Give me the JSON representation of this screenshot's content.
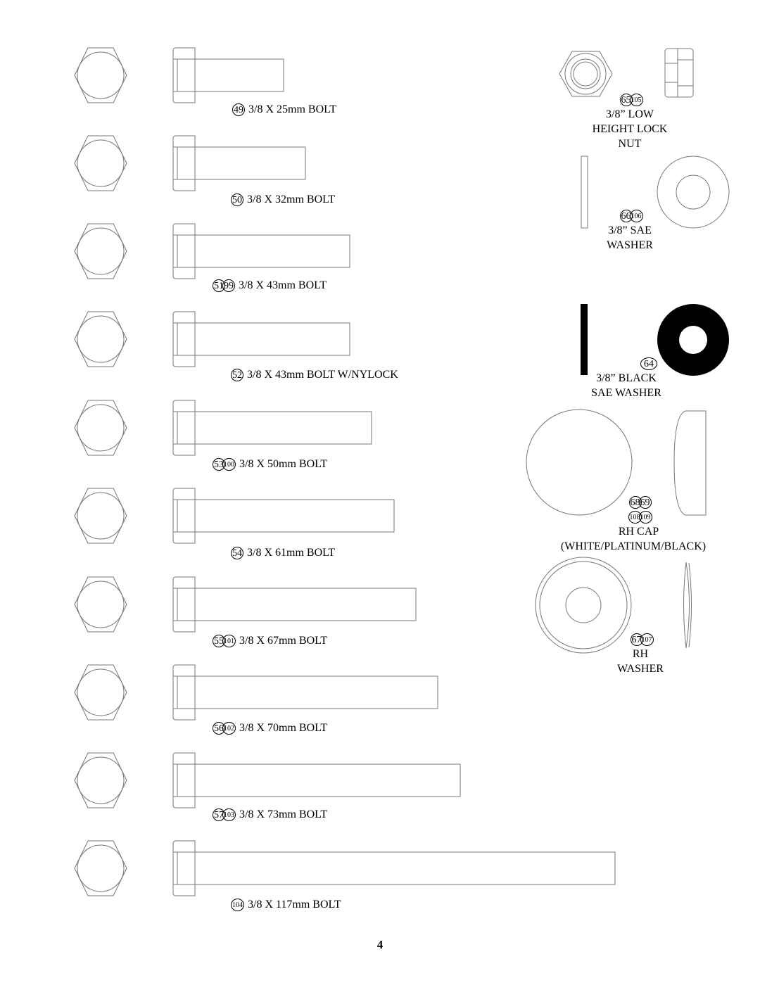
{
  "bolts": [
    {
      "nums": [
        "49"
      ],
      "text": "3/8 X 25mm  BOLT"
    },
    {
      "nums": [
        "50"
      ],
      "text": "3/8 X 32mm BOLT"
    },
    {
      "nums": [
        "51",
        "99"
      ],
      "text": "3/8 X 43mm BOLT"
    },
    {
      "nums": [
        "52"
      ],
      "text": "3/8 X  43mm BOLT W/NYLOCK"
    },
    {
      "nums": [
        "53",
        "100"
      ],
      "text": "3/8 X 50mm  BOLT"
    },
    {
      "nums": [
        "54"
      ],
      "text": "3/8 X 61mm  BOLT"
    },
    {
      "nums": [
        "55",
        "101"
      ],
      "text": "3/8 X 67mm  BOLT"
    },
    {
      "nums": [
        "56",
        "102"
      ],
      "text": "3/8 X 70mm BOLT"
    },
    {
      "nums": [
        "57",
        "103"
      ],
      "text": "3/8 X 73mm BOLT"
    },
    {
      "nums": [
        "104"
      ],
      "text": "3/8 X 117mm  BOLT"
    }
  ],
  "parts": {
    "lock_nut": {
      "nums": [
        "65",
        "105"
      ],
      "line1": "3/8” LOW",
      "line2": "HEIGHT LOCK",
      "line3": "NUT"
    },
    "sae_washer": {
      "nums": [
        "66",
        "106"
      ],
      "line1": "3/8” SAE",
      "line2": "WASHER"
    },
    "black_washer": {
      "nums": [
        "64"
      ],
      "line1": "3/8” BLACK",
      "line2": "SAE WASHER"
    },
    "rh_cap": {
      "nums": [
        "68",
        "69"
      ],
      "nums2": [
        "108",
        "109"
      ],
      "line1": "RH CAP",
      "line2": "(WHITE/PLATINUM/BLACK)"
    },
    "rh_washer": {
      "nums": [
        "67",
        "107"
      ],
      "line1": "RH",
      "line2": "WASHER"
    }
  },
  "page_number": "4"
}
